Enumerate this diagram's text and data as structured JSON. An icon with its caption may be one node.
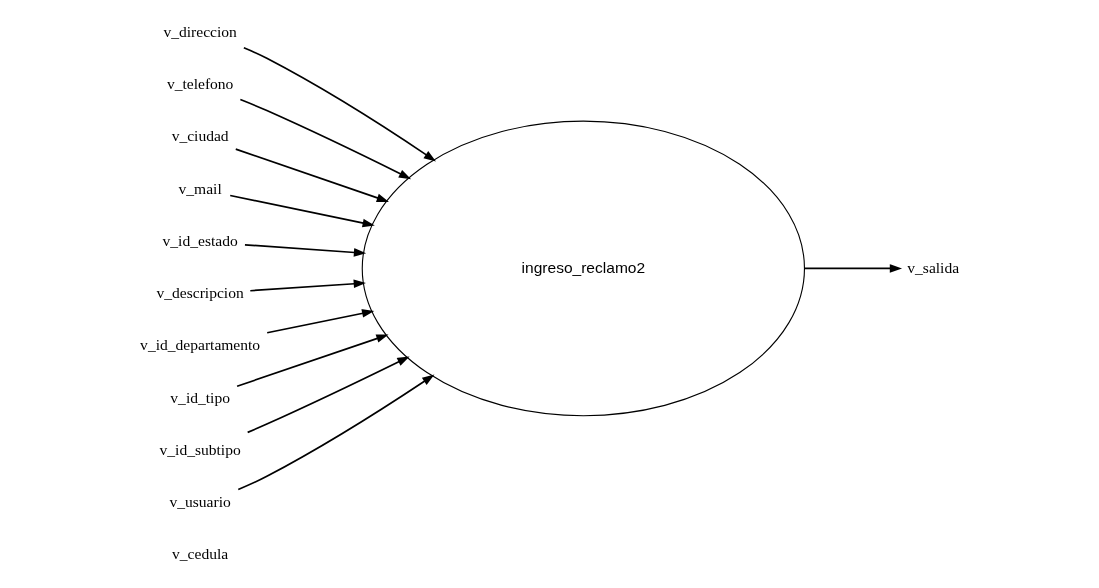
{
  "diagram": {
    "nodes": [
      {
        "text": [
          "v_direccion"
        ]
      },
      {
        "text": [
          "v_telefono"
        ]
      },
      {
        "text": [
          "v_ciudad"
        ]
      },
      {
        "text": [
          "v_mail"
        ]
      },
      {
        "text": [
          "v_id_estado"
        ]
      },
      {
        "text": [
          "v_descripcion"
        ]
      },
      {
        "text": [
          "v_id_departamento"
        ]
      },
      {
        "text": [
          "v_id_tipo"
        ]
      },
      {
        "text": [
          "v_id_subtipo"
        ]
      },
      {
        "text": [
          "v_usuario"
        ]
      },
      {
        "text": [
          "ingreso_reclamo2"
        ]
      },
      {
        "text": [
          "v_salida"
        ]
      }
    ],
    "edges": [
      {
        "from": 0,
        "to": 10,
        "arrow": "to"
      },
      {
        "from": 1,
        "to": 10,
        "arrow": "to"
      },
      {
        "from": 2,
        "to": 10,
        "arrow": "to"
      },
      {
        "from": 3,
        "to": 10,
        "arrow": "to"
      },
      {
        "from": 4,
        "to": 10,
        "arrow": "to"
      },
      {
        "from": 5,
        "to": 10,
        "arrow": "to"
      },
      {
        "from": 6,
        "to": 10,
        "arrow": "to"
      },
      {
        "from": 7,
        "to": 10,
        "arrow": "to"
      },
      {
        "from": 8,
        "to": 10,
        "arrow": "to"
      },
      {
        "from": 9,
        "to": 10,
        "arrow": "to"
      },
      {
        "from": 10,
        "to": 11,
        "arrow": "to"
      }
    ],
    "labels": [
      "v_cedula"
    ]
  }
}
